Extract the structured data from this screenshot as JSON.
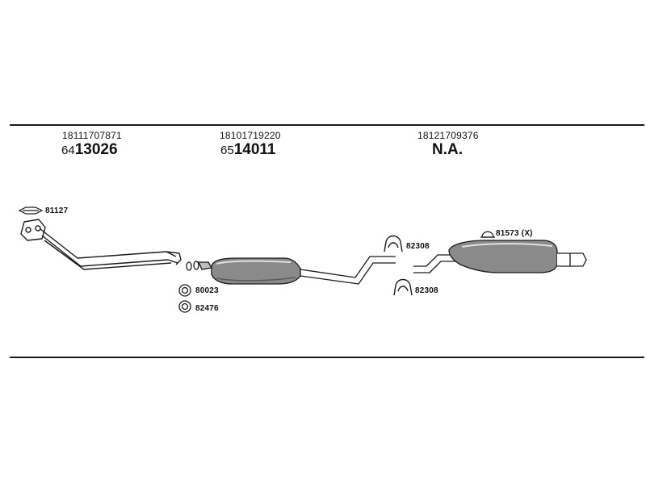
{
  "groups": [
    {
      "oe_number": "18111707871",
      "prefix": "64",
      "number": "13026"
    },
    {
      "oe_number": "18101719220",
      "prefix": "65",
      "number": "14011"
    },
    {
      "oe_number": "18121709376",
      "label": "N.A."
    }
  ],
  "accessories": {
    "gasket_front": "81127",
    "ring_1": "80023",
    "ring_2": "82476",
    "hanger_1": "82308",
    "hanger_2": "82308",
    "rubber_rear": "81573 (X)"
  },
  "colors": {
    "line": "#1a1a1a",
    "fill": "#888888"
  }
}
